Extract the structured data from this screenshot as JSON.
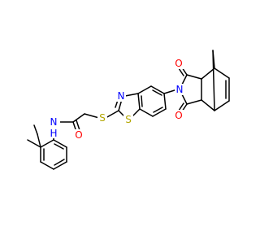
{
  "structure": {
    "atoms": {
      "nh": {
        "text": "N",
        "sub": "H",
        "color": "#0000FF"
      },
      "o_amide": {
        "text": "O",
        "color": "#FF0000"
      },
      "s_thio": {
        "text": "S",
        "color": "#B2A600"
      },
      "n_thiazole": {
        "text": "N",
        "color": "#0000FF"
      },
      "s_thiazole": {
        "text": "S",
        "color": "#B2A600"
      },
      "n_imide": {
        "text": "N",
        "color": "#0000FF"
      },
      "o_imide_top": {
        "text": "O",
        "color": "#FF0000"
      },
      "o_imide_bottom": {
        "text": "O",
        "color": "#FF0000"
      }
    }
  }
}
